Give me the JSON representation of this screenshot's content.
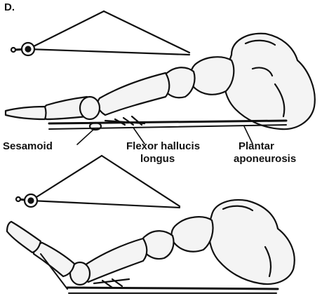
{
  "panel_letter": "D.",
  "labels": {
    "sesamoid": "Sesamoid",
    "flexor_line1": "Flexor hallucis",
    "flexor_line2": "longus",
    "plantar_line1": "Plantar",
    "plantar_line2": "aponeurosis"
  },
  "colors": {
    "ink": "#111111",
    "bone_fill": "#f4f4f4",
    "background": "#ffffff"
  }
}
